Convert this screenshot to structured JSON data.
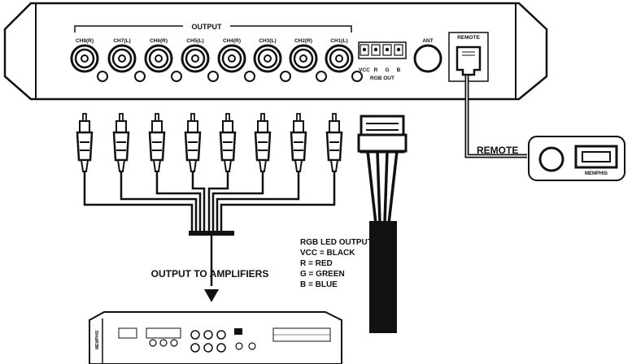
{
  "processor": {
    "output_label": "OUTPUT",
    "channels": [
      "CH8(R)",
      "CH7(L)",
      "CH6(R)",
      "CH5(L)",
      "CH4(R)",
      "CH3(L)",
      "CH2(R)",
      "CH1(L)"
    ],
    "rgb_pins": [
      "VCC",
      "R",
      "G",
      "B"
    ],
    "rgb_out_label": "RGB OUT",
    "ant_label": "ANT",
    "remote_label": "REMOTE"
  },
  "remote": {
    "cable_label": "REMOTE",
    "brand": "MEMPHIS"
  },
  "rgb_note": {
    "lines": [
      "RGB LED OUTPUT:",
      "VCC = BLACK",
      "R = RED",
      "G = GREEN",
      "B = BLUE"
    ]
  },
  "amplifier": {
    "caption": "OUTPUT TO AMPLIFIERS",
    "brand": "MEMPHIS"
  }
}
